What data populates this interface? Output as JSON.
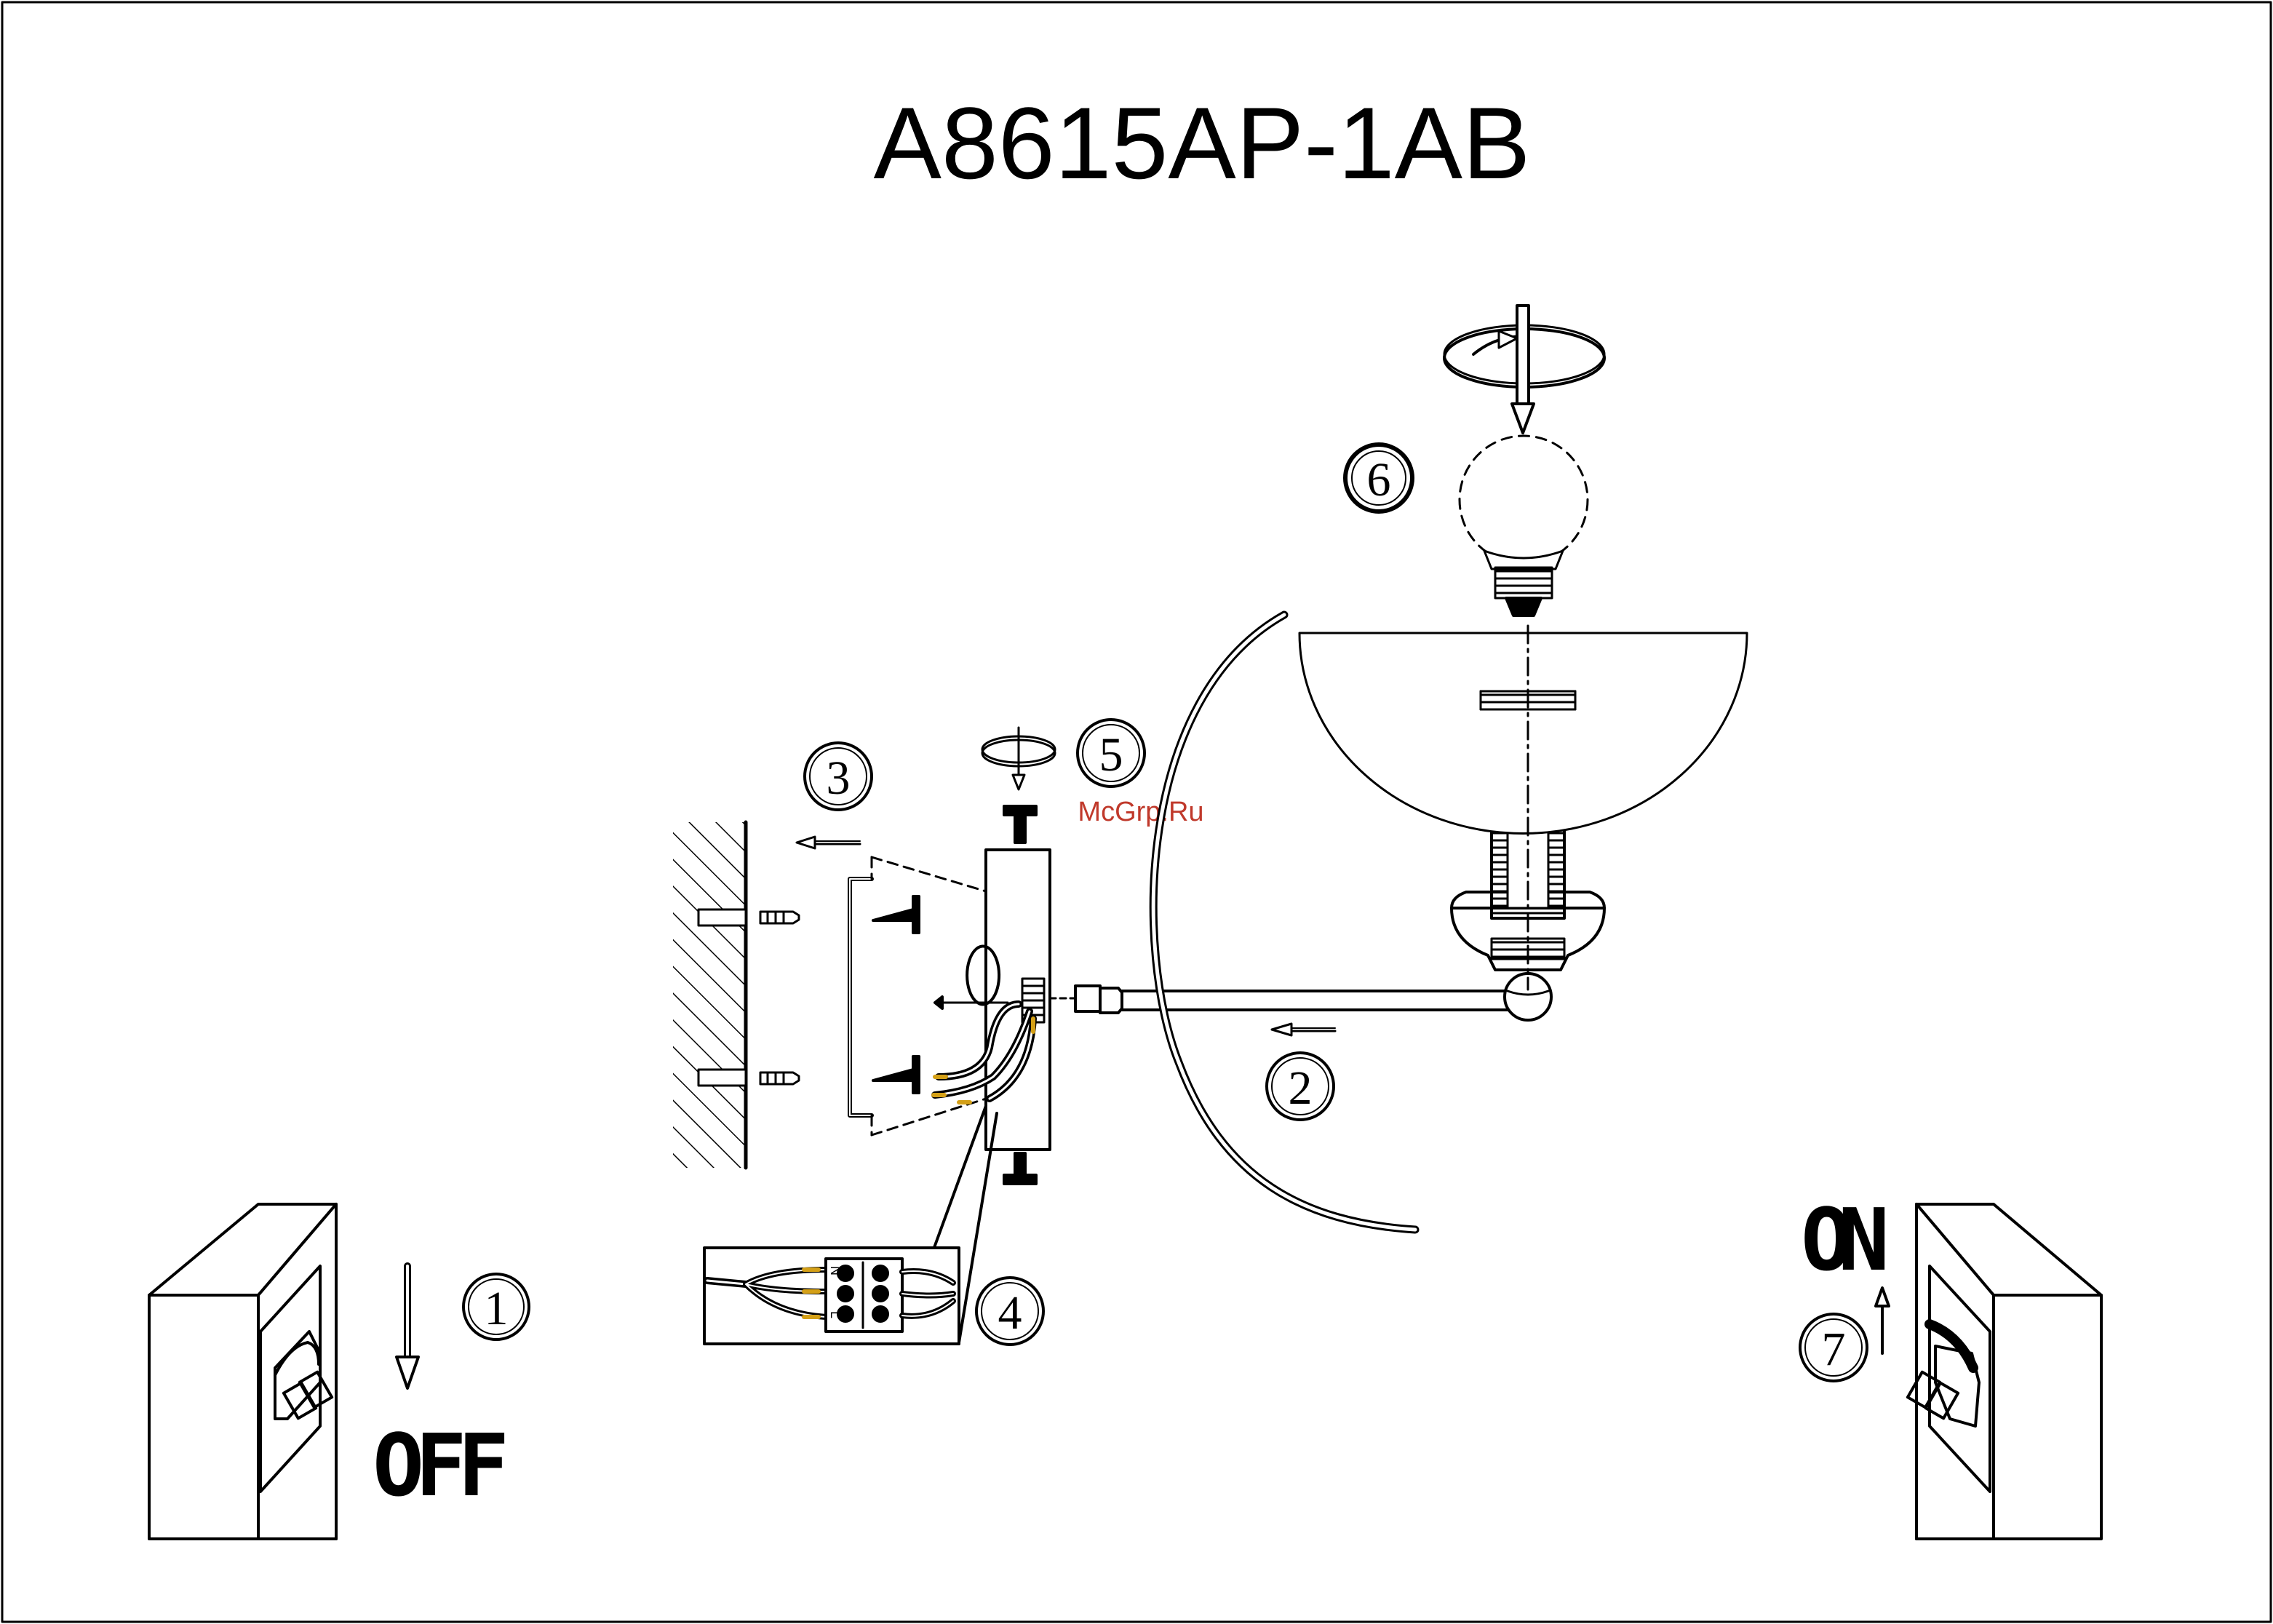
{
  "title": "A8615AP-1AB",
  "watermark": "McGrp.Ru",
  "steps": [
    {
      "number": "1",
      "label": "OFF"
    },
    {
      "number": "2",
      "label": ""
    },
    {
      "number": "3",
      "label": ""
    },
    {
      "number": "4",
      "label": ""
    },
    {
      "number": "5",
      "label": ""
    },
    {
      "number": "6",
      "label": ""
    },
    {
      "number": "7",
      "label": "ON"
    }
  ],
  "terminal_block": {
    "marks": [
      "N",
      "L"
    ]
  },
  "colors": {
    "line": "#000000",
    "watermark": "#c0392b",
    "wire_tip": "#d4a017"
  }
}
